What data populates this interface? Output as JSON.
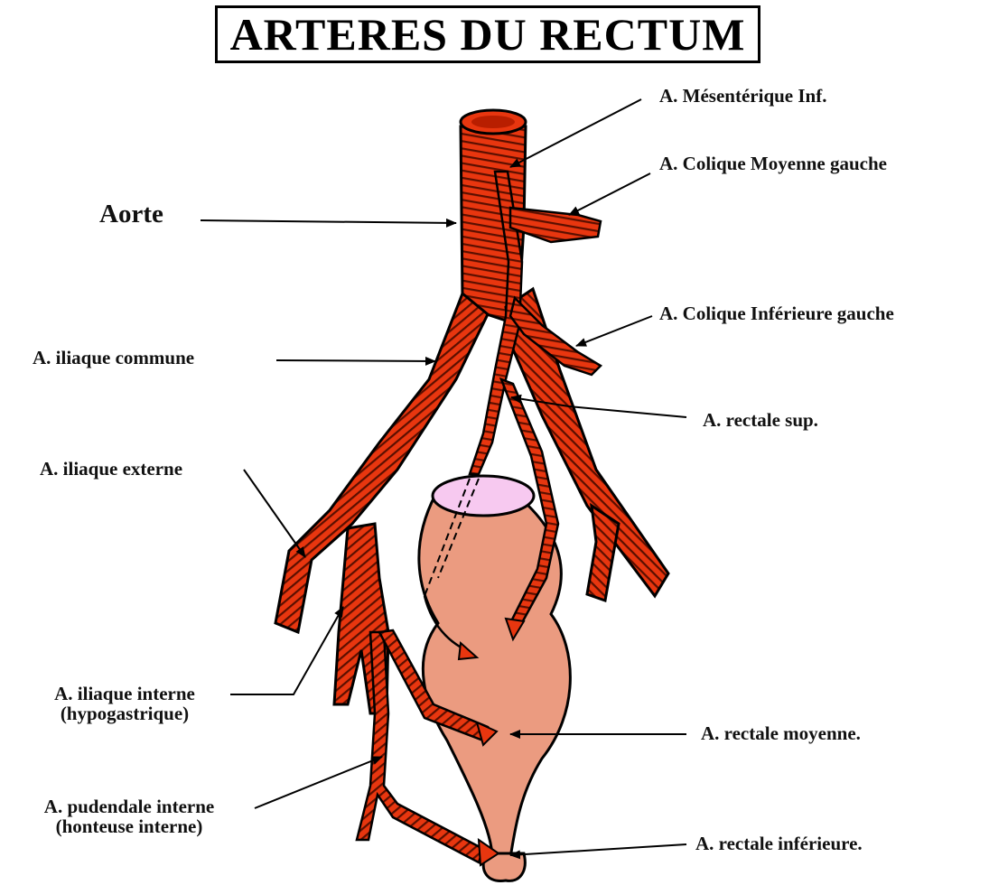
{
  "title": "ARTERES DU RECTUM",
  "labels": {
    "aorte": "Aorte",
    "mesenterique_inf": "A. Mésentérique Inf.",
    "colique_moyenne_gauche": "A. Colique Moyenne gauche",
    "colique_inferieure_gauche": "A. Colique Inférieure gauche",
    "iliaque_commune": "A. iliaque commune",
    "rectale_sup": "A. rectale sup.",
    "iliaque_externe": "A. iliaque externe",
    "iliaque_interne_line1": "A. iliaque interne",
    "iliaque_interne_line2": "(hypogastrique)",
    "rectale_moyenne": "A. rectale moyenne.",
    "pudendale_interne_line1": "A. pudendale interne",
    "pudendale_interne_line2": "(honteuse interne)",
    "rectale_inferieure": "A. rectale inférieure."
  },
  "colors": {
    "artery": "#e8360f",
    "artery_stripe": "#5a0f00",
    "rectum": "#eb9b80",
    "rectum_opening": "#f7c9f0",
    "outline": "#000000"
  }
}
